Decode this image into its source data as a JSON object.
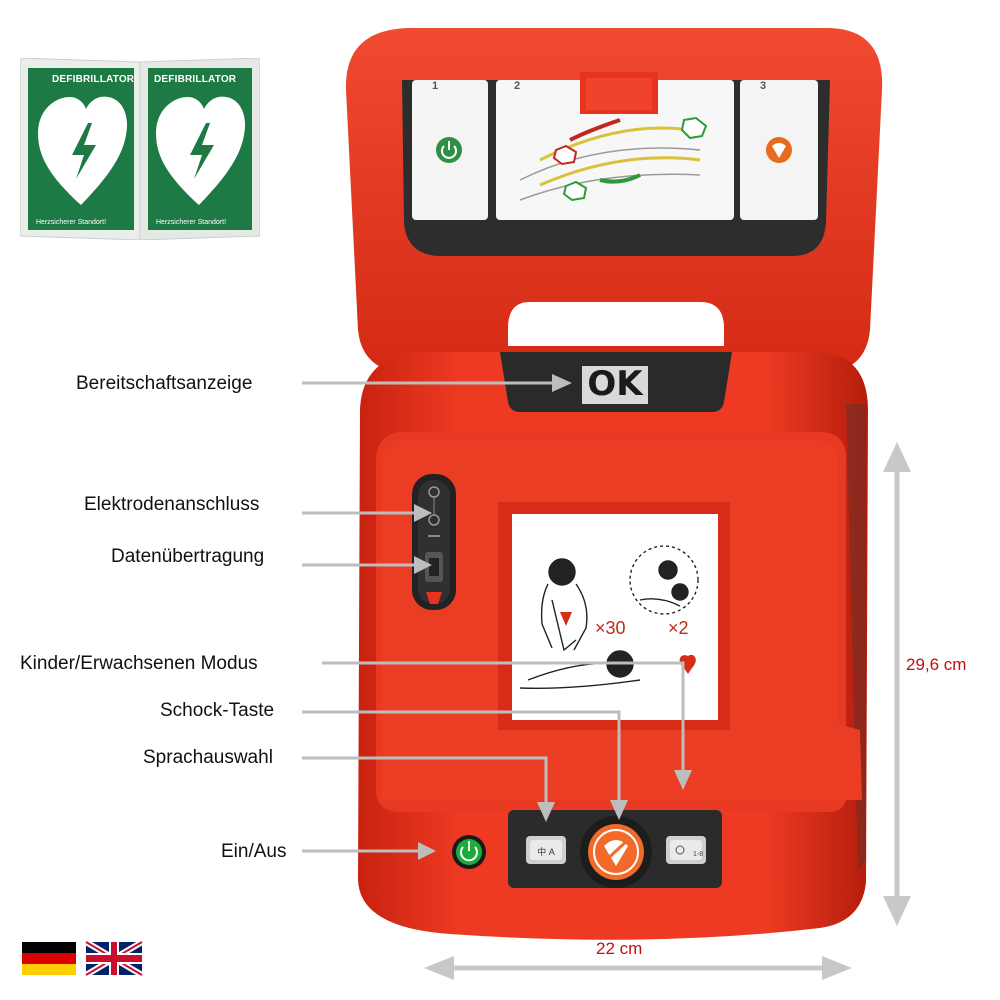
{
  "sign": {
    "title_left": "DEFIBRILLATOR",
    "title_right": "DEFIBRILLATOR",
    "footer_left": "Herzsicherer Standort!",
    "footer_right": "Herzsicherer Standort!"
  },
  "device": {
    "status_display": "OK",
    "cpr_compressions": "×30",
    "cpr_breaths": "×2",
    "lid_steps": [
      "1",
      "2",
      "3"
    ]
  },
  "labels": {
    "readiness": "Bereitschaftsanzeige",
    "electrode_port": "Elektrodenanschluss",
    "data_transfer": "Datenübertragung",
    "child_adult_mode": "Kinder/Erwachsenen Modus",
    "shock_button": "Schock-Taste",
    "language_select": "Sprachauswahl",
    "power": "Ein/Aus"
  },
  "dimensions": {
    "height": "29,6 cm",
    "width": "22 cm"
  },
  "flags": [
    "german-flag",
    "uk-flag"
  ],
  "colors": {
    "device_red": "#e8331e",
    "sign_green": "#1e7a45",
    "power_green": "#1faa3c",
    "shock_orange": "#f26a2a",
    "dimension_text": "#c01010"
  }
}
